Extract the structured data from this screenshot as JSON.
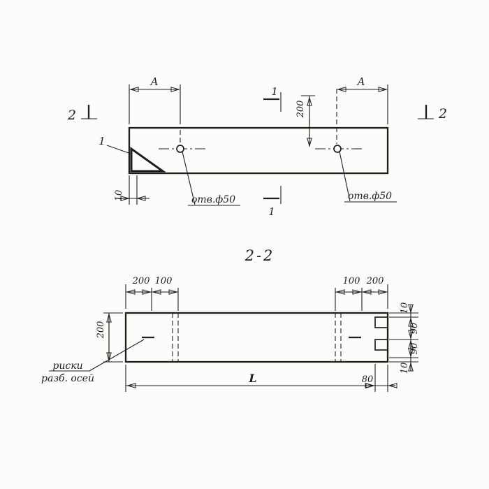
{
  "colors": {
    "ink": "#1e1e1c",
    "paper": "#fcfcfa"
  },
  "section_title": "2-2",
  "top_view": {
    "dim_A_left": "A",
    "dim_A_right": "A",
    "section_mark_left": "2",
    "section_mark_right": "2",
    "section_mark_top": "1",
    "section_mark_bottom": "1",
    "detail_callout": "1",
    "dim_200": "200",
    "dim_10": "10",
    "hole_label_left": "отв.ф50",
    "hole_label_right": "отв.ф50"
  },
  "section_view": {
    "dim_200_top_left": "200",
    "dim_100_top_left": "100",
    "dim_100_top_right": "100",
    "dim_200_top_right": "200",
    "dim_height_200": "200",
    "dim_10_top": "10",
    "dim_90_upper": "90",
    "dim_90_lower": "90",
    "dim_10_bottom": "10",
    "dim_80": "80",
    "dim_length": "L",
    "axes_label_line1": "риски",
    "axes_label_line2": "разб. осей"
  }
}
